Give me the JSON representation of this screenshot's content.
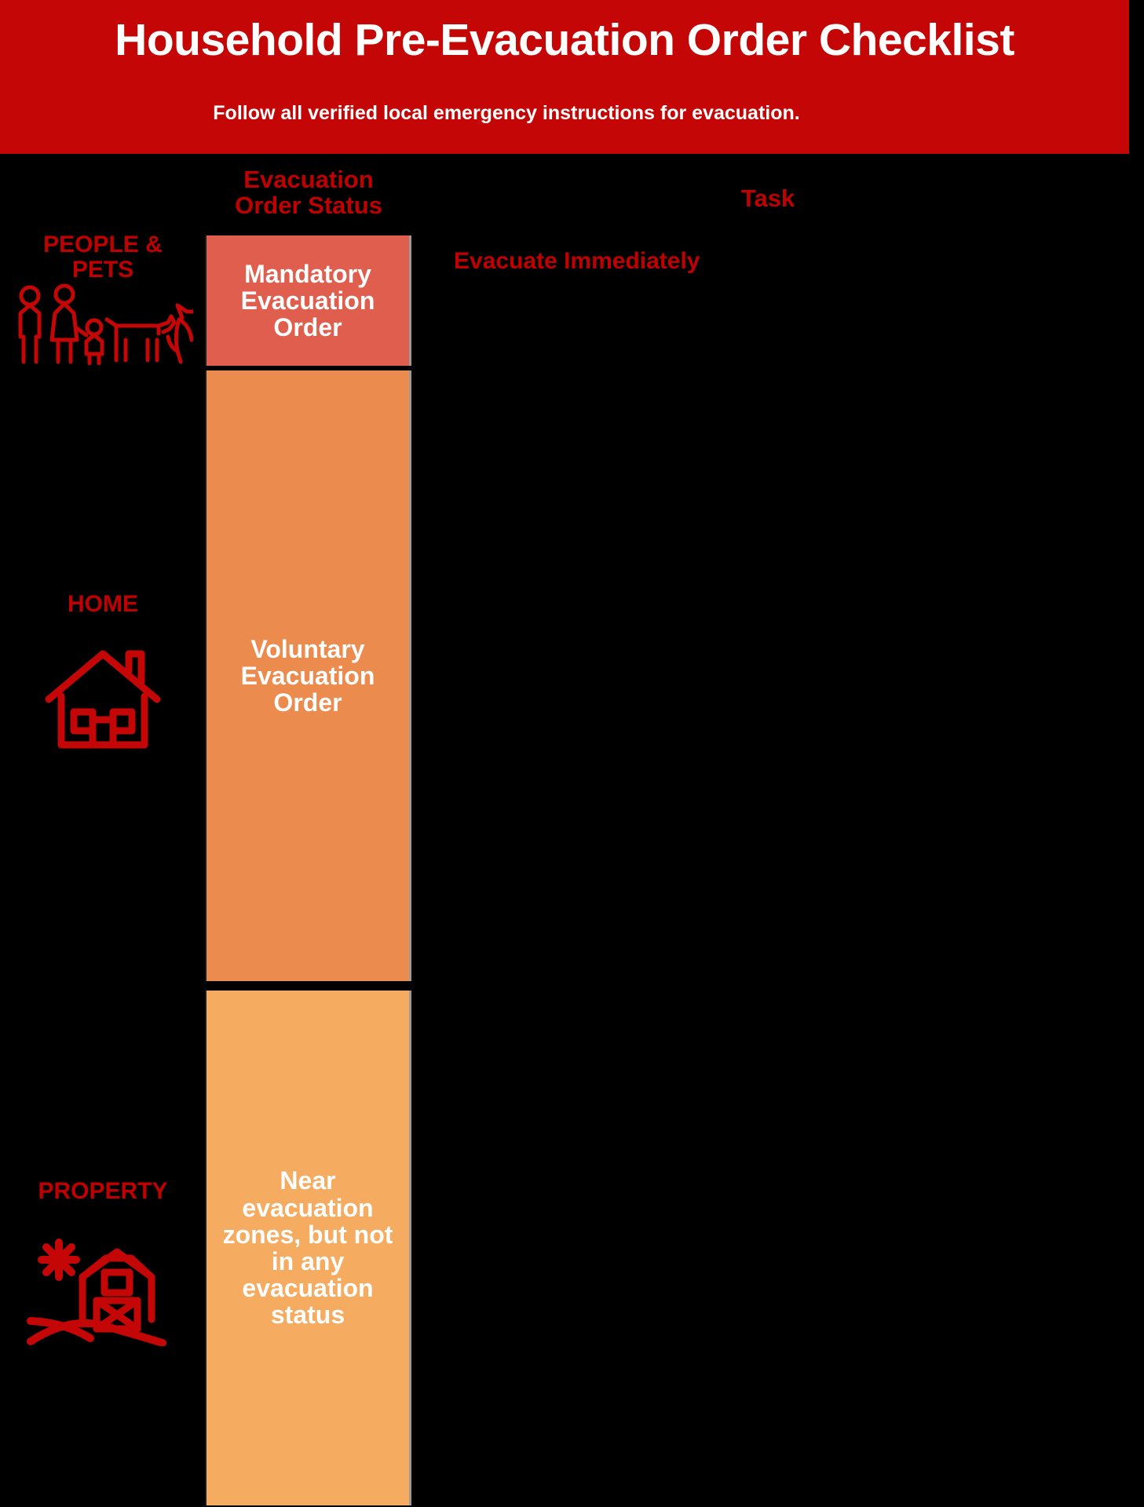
{
  "header": {
    "title": "Household Pre-Evacuation Order Checklist",
    "subtitle": "Follow all verified local emergency instructions for evacuation.",
    "background_color": "#C40606",
    "text_color": "#FFFFFF"
  },
  "columns": {
    "status_header": "Evacuation\nOrder Status",
    "status_header_line1": "Evacuation",
    "status_header_line2": "Order Status",
    "task_header": "Task",
    "header_color": "#C00000"
  },
  "rows": [
    {
      "label": "PEOPLE & PETS",
      "label_line1": "PEOPLE &",
      "label_line2": "PETS",
      "icon": "family-and-pets-icon",
      "status": "Mandatory Evacuation Order",
      "status_color": "#E05E4E",
      "task": "Evacuate Immediately",
      "task_color": "#C00000"
    },
    {
      "label": "HOME",
      "label_line1": "HOME",
      "label_line2": "",
      "icon": "house-icon",
      "status": "Voluntary Evacuation Order",
      "status_color": "#EC8B4E",
      "task": "",
      "task_color": "#C00000"
    },
    {
      "label": "PROPERTY",
      "label_line1": "PROPERTY",
      "label_line2": "",
      "icon": "barn-farm-icon",
      "status": "Near evacuation zones, but not in any evacuation status",
      "status_color": "#F5AB60",
      "task": "",
      "task_color": "#C00000"
    }
  ],
  "palette": {
    "background": "#000000",
    "brand_red": "#C40606",
    "accent_red": "#C00000",
    "status_mandatory": "#E05E4E",
    "status_voluntary": "#EC8B4E",
    "status_near": "#F5AB60"
  }
}
